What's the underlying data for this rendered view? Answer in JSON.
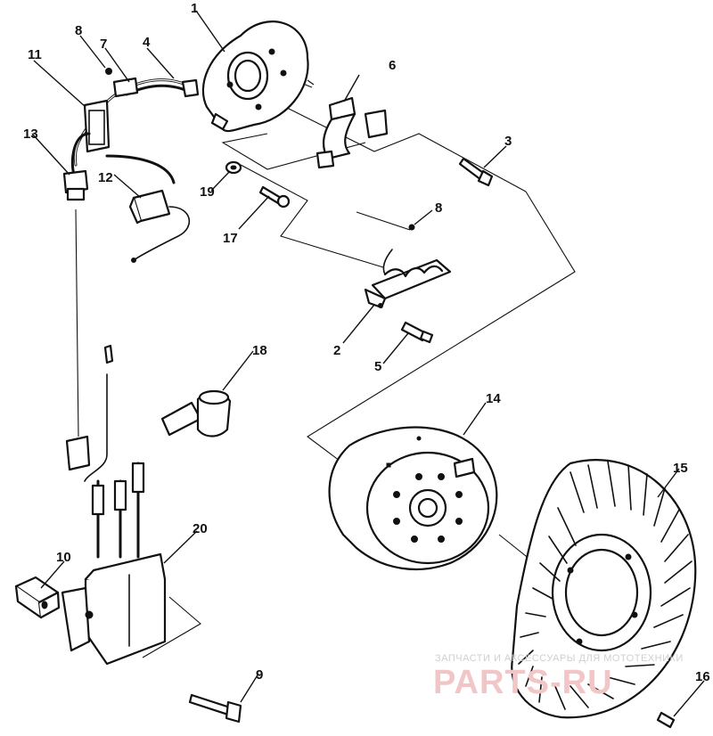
{
  "callouts": {
    "p1": "1",
    "p2": "2",
    "p3": "3",
    "p4": "4",
    "p5": "5",
    "p6": "6",
    "p7": "7",
    "p8a": "8",
    "p8b": "8",
    "p9": "9",
    "p10": "10",
    "p11": "11",
    "p12": "12",
    "p13": "13",
    "p14": "14",
    "p15": "15",
    "p16": "16",
    "p17": "17",
    "p18": "18",
    "p19": "19",
    "p20": "20"
  },
  "watermark": {
    "tagline": "ЗАПЧАСТИ И АКСЕССУАРЫ ДЛЯ МОТОТЕХНИКИ",
    "logo": "PARTS-RU"
  },
  "colors": {
    "line": "#111111",
    "watermark_logo": "#f2c6c6",
    "watermark_text": "#cfcfcf"
  }
}
